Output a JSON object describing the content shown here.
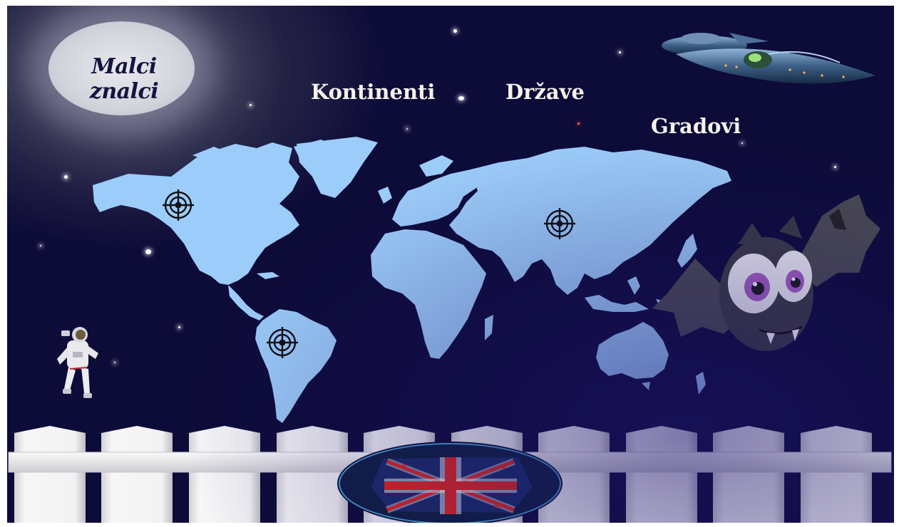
{
  "logo": {
    "text": "Malci znalci"
  },
  "nav": {
    "continents": "Kontinenti",
    "countries": "Države",
    "cities": "Gradovi"
  },
  "colors": {
    "sky": "#0c0a36",
    "map_land": "#9cccf9",
    "nav_text": "#f4f2ea",
    "logo_text": "#16143f",
    "moon": "#d8d8e0",
    "flag_red": "#e3261d",
    "flag_ring": "#4aa3d8"
  },
  "targets": [
    "north-america",
    "south-america",
    "asia"
  ],
  "icons": {
    "target": "crosshair-target-icon",
    "language": "uk-flag-icon"
  }
}
